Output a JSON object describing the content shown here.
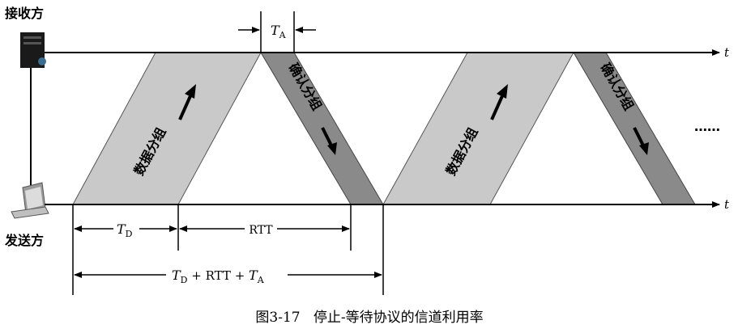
{
  "receiver_label": "接收方",
  "sender_label": "发送方",
  "time_axis_label": "t",
  "data_packet_label": "数据分组",
  "ack_packet_label": "确认分组",
  "ellipsis": "……",
  "ta_label": "T",
  "ta_sub": "A",
  "td_label": "T",
  "td_sub": "D",
  "rtt_label": "RTT",
  "total_pre": "T",
  "total_sub1": "D",
  "total_mid": " + RTT + ",
  "total_t": "T",
  "total_sub2": "A",
  "caption": "图3-17   停止-等待协议的信道利用率",
  "colors": {
    "data_fill": "#c9c9c9",
    "ack_fill": "#8a8a8a",
    "line": "#000000"
  }
}
